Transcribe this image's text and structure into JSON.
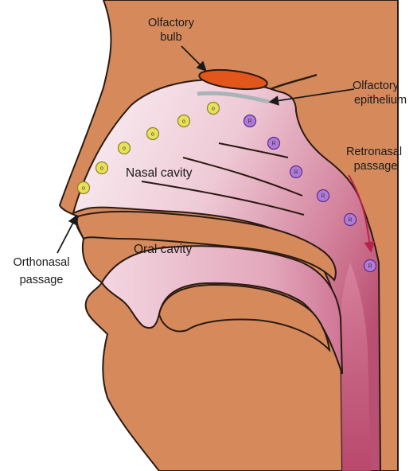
{
  "labels": {
    "olfactory_bulb": [
      "Olfactory",
      "bulb"
    ],
    "olfactory_epithelium": [
      "Olfactory",
      "epithelium"
    ],
    "retronasal_passage": [
      "Retronasal",
      "passage"
    ],
    "orthonasal_passage": [
      "Orthonasal",
      "passage"
    ],
    "nasal_cavity": "Nasal cavity",
    "oral_cavity": "Oral cavity"
  },
  "colors": {
    "skin": "#d68a5c",
    "skin_outline": "#2a1a12",
    "cavity_light": "#f7e7ee",
    "cavity_dark": "#c05a78",
    "bulb": "#e2561c",
    "epithelium": "#a9b4b8",
    "orthonasal_odorant": "#e8e05a",
    "retronasal_odorant": "#b07ad8"
  },
  "odorants": {
    "orthonasal_count": 6,
    "retronasal_count": 6
  }
}
